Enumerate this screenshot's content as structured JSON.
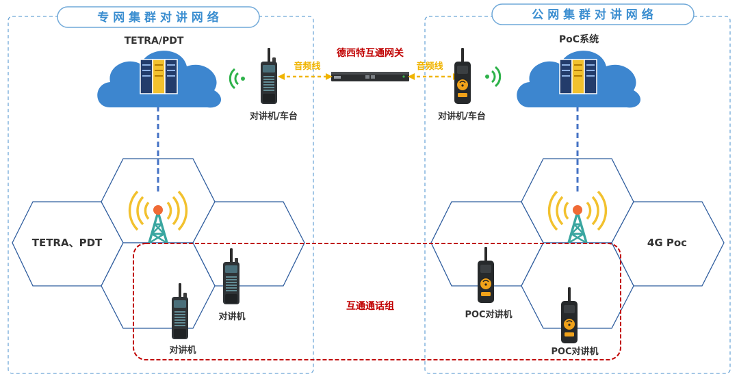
{
  "left_network": {
    "title": "专 网 集 群 对 讲 网 络",
    "cloud_label": "TETRA/PDT",
    "hex_label": "TETRA、PDT",
    "radio_label_1": "对讲机",
    "radio_label_2": "对讲机"
  },
  "right_network": {
    "title": "公 网 集 群 对 讲 网 络",
    "cloud_label": "PoC系统",
    "hex_label": "4G Poc",
    "radio_label_1": "POC对讲机",
    "radio_label_2": "POC对讲机"
  },
  "gateway": {
    "label": "德西特互通网关",
    "left_cable": "音频线",
    "right_cable": "音频线",
    "left_radio": "对讲机/车台",
    "right_radio": "对讲机/车台"
  },
  "group": {
    "label": "互通通话组"
  },
  "colors": {
    "frame": "#6fa8d8",
    "title_text": "#3b8ed0",
    "cloud": "#3d86cf",
    "hex_stroke": "#2f5d9e",
    "tower": "#3aa6a0",
    "wave_yellow": "#f2c12e",
    "wave_green": "#2eb24a",
    "cable": "#f0b400",
    "gateway_label": "#c00000",
    "group_border": "#c00000",
    "dash_link": "#4472c4"
  }
}
